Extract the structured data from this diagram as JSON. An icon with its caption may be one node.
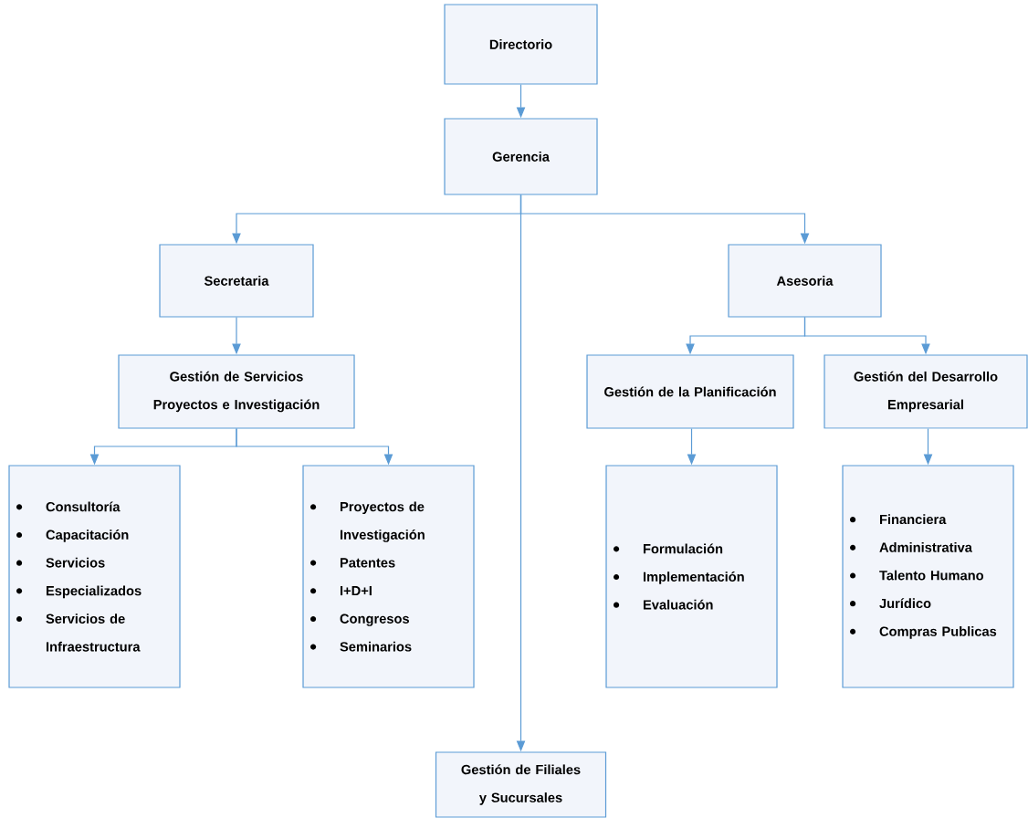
{
  "diagram": {
    "nodes": [
      {
        "text": [
          "Directorio"
        ]
      },
      {
        "text": [
          "Gerencia"
        ]
      },
      {
        "text": [
          "Secretaria"
        ]
      },
      {
        "text": [
          "Asesoria"
        ]
      },
      {
        "text": [
          "Gestión de Servicios Proyectos e Investigación"
        ]
      },
      {
        "text": [
          "Gestión de la Planificación"
        ]
      },
      {
        "text": [
          "Gestión del Desarrollo Empresarial"
        ]
      },
      {
        "text": [
          "Consultoría",
          "Capacitación",
          "Servicios",
          "Especializados",
          "Servicios de Infraestructura"
        ]
      },
      {
        "text": [
          "Proyectos de Investigación",
          "Patentes",
          "I+D+I",
          "Congresos",
          "Seminarios"
        ]
      },
      {
        "text": [
          "Formulación",
          "Implementación",
          "Evaluación"
        ]
      },
      {
        "text": [
          "Financiera",
          "Administrativa",
          "Talento Humano",
          "Jurídico",
          "Compras Publicas"
        ]
      },
      {
        "text": [
          "Gestión de Filiales y Sucursales"
        ]
      }
    ],
    "edges": [
      {
        "from": 0,
        "to": 1,
        "arrow": "to"
      },
      {
        "from": 1,
        "to": 2,
        "arrow": "to"
      },
      {
        "from": 1,
        "to": 3,
        "arrow": "to"
      },
      {
        "from": 1,
        "to": 11,
        "arrow": "to"
      },
      {
        "from": 2,
        "to": 4,
        "arrow": "to"
      },
      {
        "from": 3,
        "to": 5,
        "arrow": "to"
      },
      {
        "from": 3,
        "to": 6,
        "arrow": "to"
      },
      {
        "from": 4,
        "to": 7,
        "arrow": "to"
      },
      {
        "from": 4,
        "to": 8,
        "arrow": "to"
      },
      {
        "from": 5,
        "to": 9,
        "arrow": "to"
      },
      {
        "from": 6,
        "to": 10,
        "arrow": "to"
      }
    ]
  }
}
